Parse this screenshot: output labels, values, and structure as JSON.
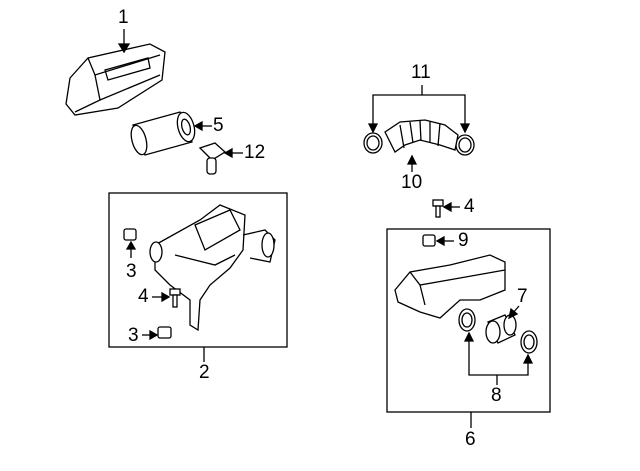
{
  "callouts": {
    "cover": "1",
    "filter": "5",
    "sensor": "12",
    "lower_housing": "2",
    "left_nut_upper": "3",
    "left_bolt": "4",
    "left_nut_lower": "3",
    "duct_group": "11",
    "duct": "10",
    "right_bolt": "4",
    "right_nut": "9",
    "resonator_hose": "7",
    "clamps": "8",
    "resonator_assembly": "6"
  }
}
